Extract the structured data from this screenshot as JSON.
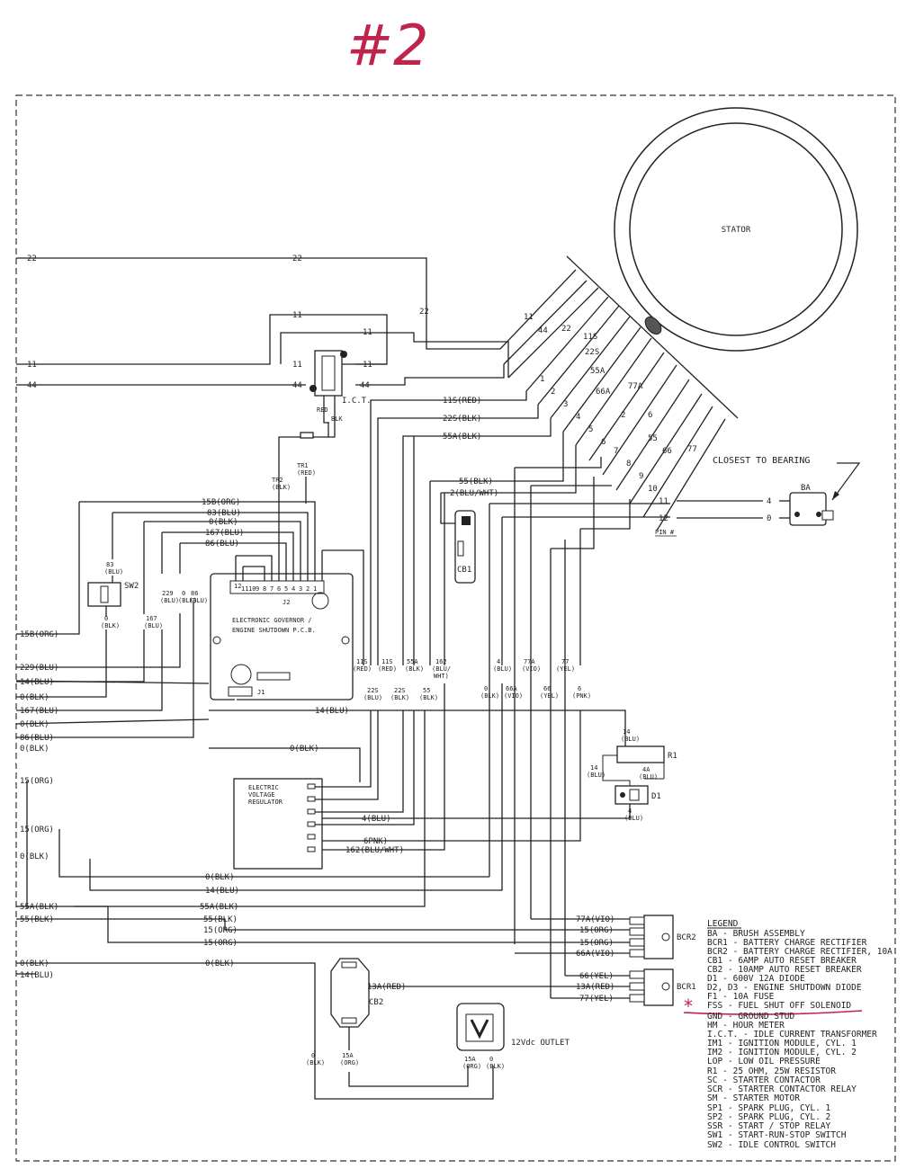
{
  "page": {
    "number_mark": "#2"
  },
  "stator": {
    "label": "STATOR"
  },
  "stator_leads": [
    "11",
    "44",
    "22",
    "11S",
    "22S",
    "55A",
    "66A",
    "77A",
    "2",
    "6",
    "55",
    "66",
    "77"
  ],
  "connector_pins": [
    "1",
    "2",
    "3",
    "4",
    "5",
    "6",
    "7",
    "8",
    "9",
    "10",
    "11",
    "12"
  ],
  "ict": {
    "label": "I.C.T.",
    "wires": [
      "RED",
      "BLK"
    ]
  },
  "tr": {
    "tr1": "TR1",
    "tr1_color": "(RED)",
    "tr2": "TR2",
    "tr2_color": "(BLK)"
  },
  "governor": {
    "title_line1": "ELECTRONIC GOVERNOR /",
    "title_line2": "ENGINE SHUTDOWN P.C.B.",
    "j1": "J1",
    "j2": "J2",
    "pins": [
      "12",
      "11",
      "10",
      "9",
      "8",
      "7",
      "6",
      "5",
      "4",
      "3",
      "2",
      "1"
    ]
  },
  "sw2": {
    "label": "SW2",
    "top_wire": "83",
    "top_color": "(BLU)",
    "bottom_wire": "0",
    "bottom_color": "(BLK)"
  },
  "cb1": {
    "label": "CB1"
  },
  "cb2": {
    "label": "CB2"
  },
  "outlet": {
    "label": "12Vdc OUTLET"
  },
  "regulator": {
    "line1": "ELECTRIC",
    "line2": "VOLTAGE",
    "line3": "REGULATOR"
  },
  "r1": {
    "label": "R1"
  },
  "d1": {
    "label": "D1"
  },
  "bcr1": {
    "label": "BCR1"
  },
  "bcr2": {
    "label": "BCR2"
  },
  "brush": {
    "label": "BA",
    "note": "CLOSEST TO BEARING",
    "pin_label": "PIN #",
    "pin11_wire": "4",
    "pin12_wire": "0"
  },
  "left_edge_labels": [
    "22",
    "11",
    "44",
    "15B(ORG)",
    "229(BLU)",
    "14(BLU)",
    "0(BLK)",
    "167(BLU)",
    "0(BLK)",
    "86(BLU)",
    "0(BLK)",
    "15(ORG)",
    "15(ORG)",
    "0(BLK)",
    "55A(BLK)",
    "55(BLK)",
    "0(BLK)",
    "14(BLU)"
  ],
  "top_wire_labels": {
    "w22": "22",
    "w11": "11",
    "w44": "44",
    "w22v": "22",
    "w11s": "11S(RED)",
    "w22s": "22S(BLK)",
    "w55a": "55A(BLK)",
    "w55": "55(BLK)",
    "w2": "2(BLU/WHT)",
    "w15b": "15B(ORG)",
    "w83": "83(BLU)",
    "w0": "0(BLK)",
    "w167": "167(BLU)",
    "w86": "86(BLU)",
    "pin11": "11",
    "pin12": "12"
  },
  "mid_wire_labels": {
    "c229": "229",
    "c229c": "(BLU)",
    "c0": "0",
    "c0c": "(BLK)",
    "c86": "86",
    "c86c": "(BLU)",
    "c167": "167",
    "c167c": "(BLU)",
    "v11s": "11S",
    "v11sc": "(RED)",
    "v11s2": "11S",
    "v11s2c": "(RED)",
    "v55a": "55A",
    "v55ac": "(BLK)",
    "v162": "162",
    "v162c": "(BLU/",
    "v162d": "WHT)",
    "v22s": "22S",
    "v22sc": "(BLU)",
    "v22s2": "22S",
    "v22s2c": "(BLK)",
    "v55": "55",
    "v55c": "(BLK)",
    "v4": "4",
    "v4c": "(BLU)",
    "v0": "0",
    "v0c": "(BLK)",
    "v66a": "66A",
    "v66ac": "(VIO)",
    "v77a": "77A",
    "v77ac": "(VIO)",
    "v66": "66",
    "v66c": "(YEL)",
    "v77": "77",
    "v77c": "(YEL)",
    "v6": "6",
    "v6c": "(PNK)",
    "h14": "14(BLU)",
    "h0": "0(BLK)",
    "h4": "4(BLU)",
    "h6": "6PNK)",
    "h162": "162(BLU/WHT)",
    "r14a": "14",
    "r14ac": "(BLU)",
    "r14b": "14",
    "r14bc": "(BLU)",
    "r4a": "4A",
    "r4ac": "(BLU)",
    "d4": "4",
    "d4c": "(BLU)"
  },
  "bottom_wire_labels": {
    "b0": "0(BLK)",
    "b14": "14(BLU)",
    "b55a": "55A(BLK)",
    "b55": "55(BLK)",
    "b15a": "15(ORG)",
    "b15b": "15(ORG)",
    "b0b": "0(BLK)",
    "bcr2_77a": "77A(VIO)",
    "bcr2_15a": "15(ORG)",
    "bcr2_15b": "15(ORG)",
    "bcr2_66a": "66A(VIO)",
    "bcr1_66": "66(YEL)",
    "bcr1_13a": "13A(RED)",
    "bcr1_77": "77(YEL)",
    "cb2_13a": "13A(RED)",
    "cb2_15a": "15A",
    "cb2_15ac": "(ORG)",
    "cb2_0": "0",
    "cb2_0c": "(BLK)",
    "out_15a": "15A",
    "out_15ac": "(ORG)",
    "out_0": "0",
    "out_0c": "(BLK)"
  },
  "legend": {
    "title": "LEGEND",
    "items": [
      "BA - BRUSH ASSEMBLY",
      "BCR1 - BATTERY CHARGE RECTIFIER",
      "BCR2 - BATTERY CHARGE RECTIFIER, 10A",
      "CB1 - 6AMP AUTO RESET BREAKER",
      "CB2 - 10AMP AUTO RESET BREAKER",
      "D1 - 600V 12A DIODE",
      "D2, D3 - ENGINE SHUTDOWN DIODE",
      "F1 - 10A FUSE",
      "FSS - FUEL SHUT OFF SOLENOID",
      "GND - GROUND STUD",
      "HM - HOUR METER",
      "I.C.T. - IDLE CURRENT TRANSFORMER",
      "IM1 - IGNITION MODULE, CYL. 1",
      "IM2 - IGNITION MODULE, CYL. 2",
      "LOP - LOW OIL PRESSURE",
      "R1 - 25 OHM, 25W RESISTOR",
      "SC - STARTER CONTACTOR",
      "SCR - STARTER CONTACTOR RELAY",
      "SM - STARTER MOTOR",
      "SP1 - SPARK PLUG, CYL. 1",
      "SP2 - SPARK PLUG, CYL. 2",
      "SSR - START / STOP RELAY",
      "SW1 - START-RUN-STOP SWITCH",
      "SW2 - IDLE CONTROL SWITCH"
    ],
    "highlight_mark": "*"
  }
}
